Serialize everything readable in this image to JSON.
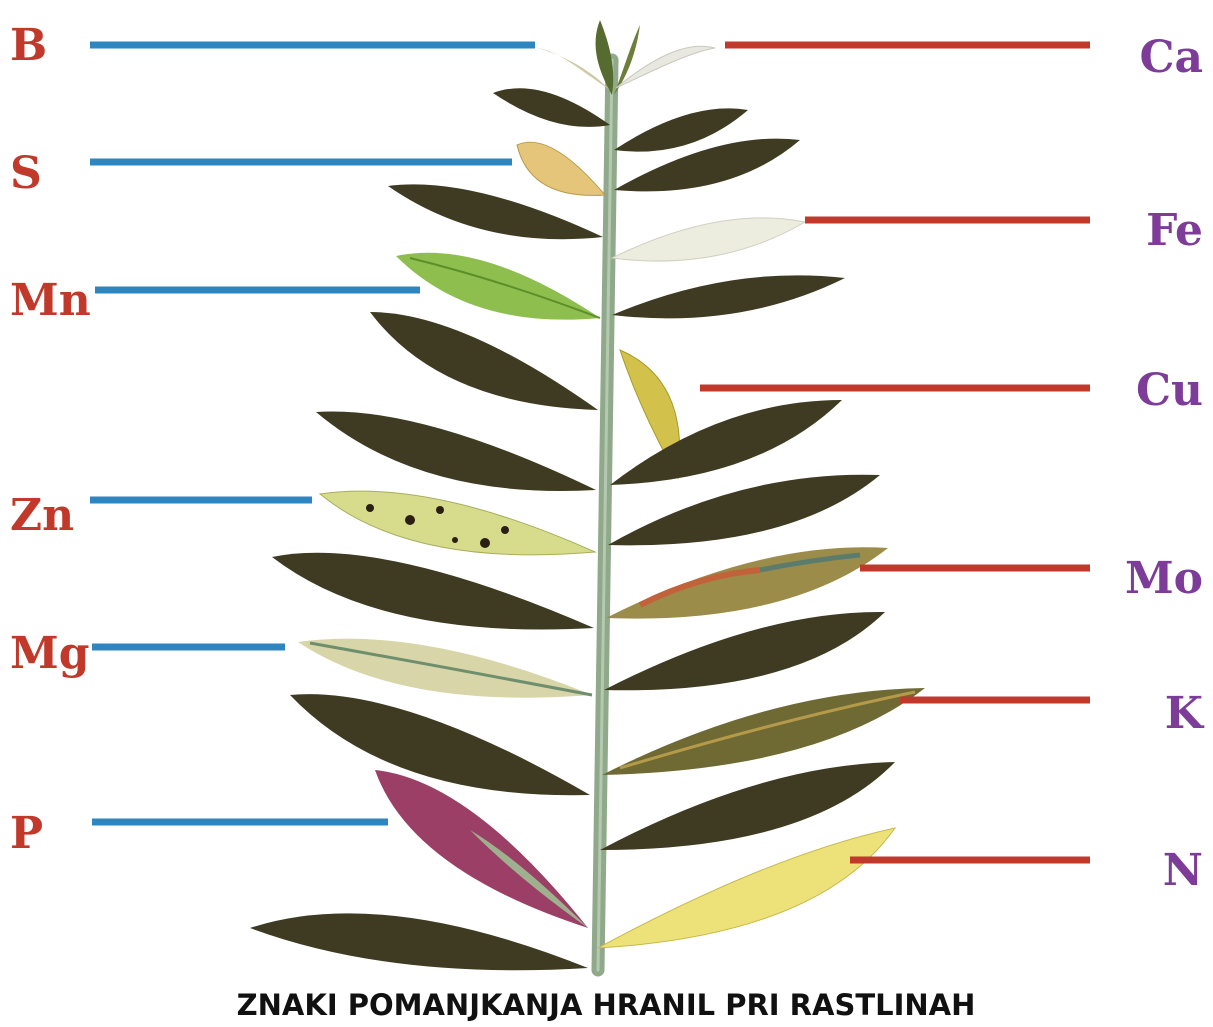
{
  "title": "ZNAKI POMANJKANJA HRANIL PRI RASTLINAH",
  "colors": {
    "left_line": "#2E86C1",
    "left_text": "#C0392B",
    "right_line": "#C0392B",
    "right_text": "#7D3C98",
    "healthy_leaf": "#3F3A22",
    "stem": "#8FA98A"
  },
  "left_labels": [
    {
      "name": "B",
      "leaf_color": "#CFC9A4"
    },
    {
      "name": "S",
      "leaf_color": "#E5C57A"
    },
    {
      "name": "Mn",
      "leaf_color": "#8DBE4E"
    },
    {
      "name": "Zn",
      "leaf_color": "#D7DC8C"
    },
    {
      "name": "Mg",
      "leaf_color": "#D8D5A8"
    },
    {
      "name": "P",
      "leaf_color": "#9B3F66"
    }
  ],
  "right_labels": [
    {
      "name": "Ca",
      "leaf_color": "#E8E8E0"
    },
    {
      "name": "Fe",
      "leaf_color": "#ECECDF"
    },
    {
      "name": "Cu",
      "leaf_color": "#D2C24C"
    },
    {
      "name": "Mo",
      "leaf_color": "#9C8C4A"
    },
    {
      "name": "K",
      "leaf_color": "#6F6A34"
    },
    {
      "name": "N",
      "leaf_color": "#EDE17A"
    }
  ]
}
